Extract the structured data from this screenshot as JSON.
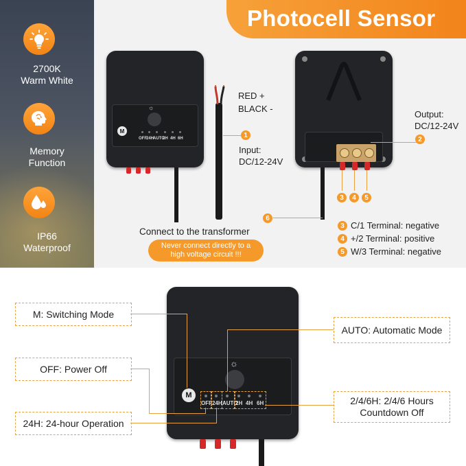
{
  "title": "Photocell Sensor",
  "features": [
    {
      "icon": "lightbulb-icon",
      "label_line1": "2700K",
      "label_line2": "Warm White"
    },
    {
      "icon": "brain-memory-icon",
      "label_line1": "Memory",
      "label_line2": "Function"
    },
    {
      "icon": "water-drop-icon",
      "label_line1": "IP66",
      "label_line2": "Waterproof"
    }
  ],
  "wiring": {
    "red_label": "RED +",
    "black_label": "BLACK -",
    "input_label_1": "Input:",
    "input_label_2": "DC/12-24V",
    "output_label_1": "Output:",
    "output_label_2": "DC/12-24V",
    "connect_label": "Connect to the transformer",
    "warning_line1": "Never connect directly to a",
    "warning_line2": "high voltage circuit !!!"
  },
  "terminals": [
    {
      "num": "3",
      "text": "C/1 Terminal: negative"
    },
    {
      "num": "4",
      "text": "+/2 Terminal: positive"
    },
    {
      "num": "5",
      "text": "W/3 Terminal: negative"
    }
  ],
  "badges": {
    "b1": "1",
    "b2": "2",
    "b3": "3",
    "b4": "4",
    "b5": "5",
    "b6": "6"
  },
  "panel": {
    "m_button": "M",
    "modes": [
      "OFF",
      "24H",
      "AUTO",
      "2H",
      "4H",
      "6H"
    ],
    "sun_symbol": "☼"
  },
  "callouts": {
    "m": "M: Switching Mode",
    "off": "OFF: Power Off",
    "h24": "24H: 24-hour Operation",
    "auto": "AUTO: Automatic Mode",
    "countdown_line1": "2/4/6H: 2/4/6 Hours",
    "countdown_line2": "Countdown Off"
  },
  "colors": {
    "accent": "#f59a2a",
    "device": "#232427"
  }
}
